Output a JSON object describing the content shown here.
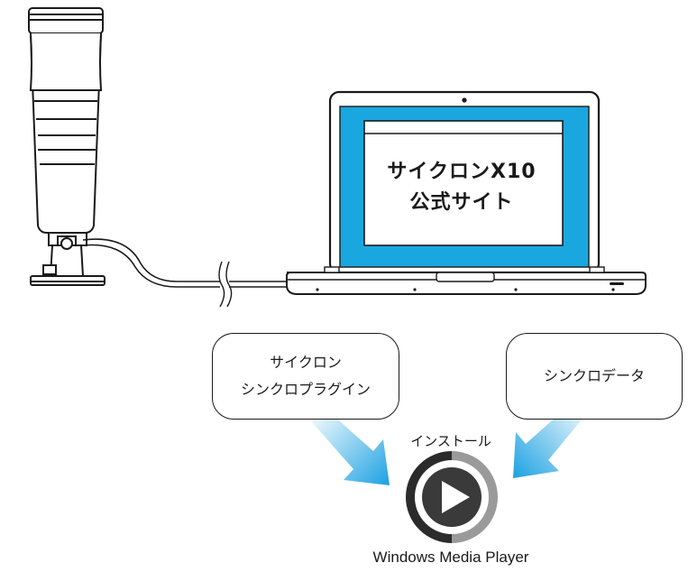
{
  "screen": {
    "site_line1": "サイクロンX10",
    "site_line2": "公式サイト"
  },
  "plugin_bubble": {
    "line1": "サイクロン",
    "line2": "シンクロプラグイン"
  },
  "data_bubble": {
    "label": "シンクロデータ"
  },
  "install_label": "インストール",
  "player_label": "Windows Media Player",
  "colors": {
    "screen_blue": "#1aa7e0",
    "arrow_blue": "#1ba1e2",
    "outline": "#1a1a1a",
    "ring_dark": "#2b2b2b",
    "ring_light": "#9a9a9a"
  },
  "icons": [
    "device-icon",
    "laptop-icon",
    "cable-icon",
    "arrow-icon",
    "wmp-play-icon"
  ]
}
